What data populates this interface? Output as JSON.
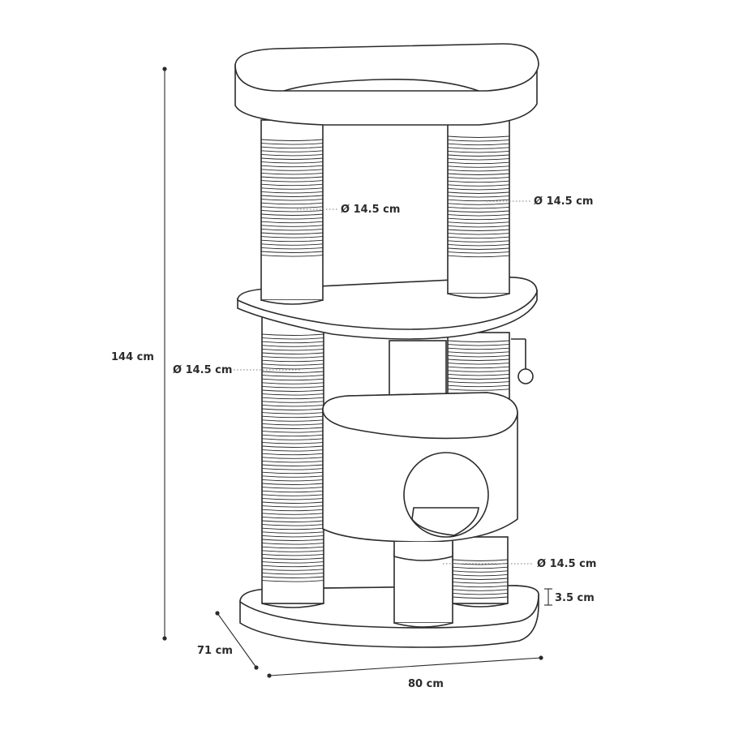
{
  "labels": {
    "height": "144 cm",
    "depth": "71 cm",
    "width": "80 cm",
    "diameter_top_left": "Ø 14.5 cm",
    "diameter_top_right": "Ø 14.5 cm",
    "diameter_mid_left": "Ø 14.5 cm",
    "diameter_bottom_right": "Ø 14.5 cm",
    "base_thickness": "3.5 cm"
  },
  "colors": {
    "stroke": "#2b2b2b",
    "background": "#ffffff"
  }
}
